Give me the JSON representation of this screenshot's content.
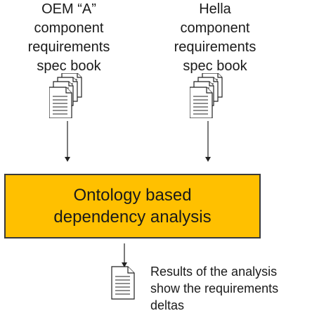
{
  "inputs": {
    "left_label": "OEM “A”\ncomponent\nrequirements\nspec book",
    "right_label": "Hella\ncomponent\nrequirements\nspec book"
  },
  "process": {
    "label": "Ontology based\ndependency analysis",
    "fill_color": "#ffc000"
  },
  "output": {
    "label": "Results of the analysis\nshow the requirements\ndeltas"
  },
  "icons": {
    "input_doc": "document-stack-icon",
    "output_doc": "document-icon"
  }
}
